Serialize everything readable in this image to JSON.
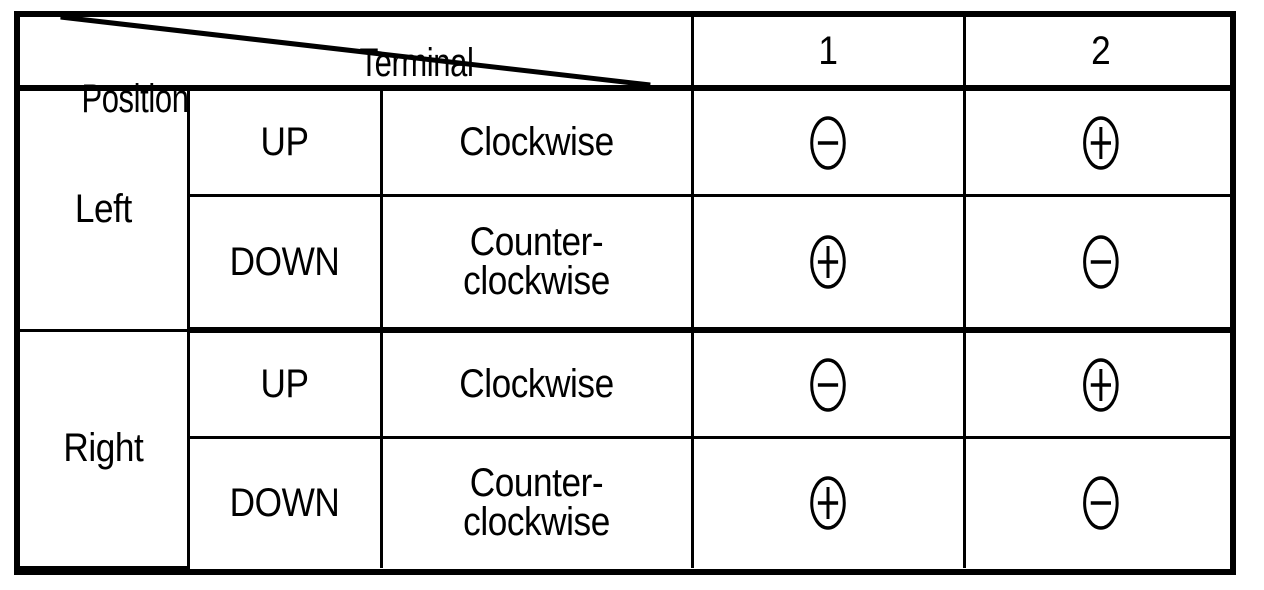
{
  "table": {
    "corner": {
      "column_axis_label": "Terminal",
      "row_axis_label": "Position",
      "diagonal": "true"
    },
    "terminal_headers": [
      "1",
      "2"
    ],
    "symbols": {
      "negative": "circled-minus",
      "positive": "circled-plus"
    },
    "rows": [
      {
        "position": "Left",
        "group_rows": [
          {
            "direction": "UP",
            "rotation_line1": "Clockwise",
            "rotation_line2": "",
            "terminal_1": "circled-minus",
            "terminal_2": "circled-plus"
          },
          {
            "direction": "DOWN",
            "rotation_line1": "Counter-",
            "rotation_line2": "clockwise",
            "terminal_1": "circled-plus",
            "terminal_2": "circled-minus"
          }
        ]
      },
      {
        "position": "Right",
        "group_rows": [
          {
            "direction": "UP",
            "rotation_line1": "Clockwise",
            "rotation_line2": "",
            "terminal_1": "circled-minus",
            "terminal_2": "circled-plus"
          },
          {
            "direction": "DOWN",
            "rotation_line1": "Counter-",
            "rotation_line2": "clockwise",
            "terminal_1": "circled-plus",
            "terminal_2": "circled-minus"
          }
        ]
      }
    ]
  },
  "colors": {
    "ink": "#000000",
    "paper": "#ffffff"
  }
}
